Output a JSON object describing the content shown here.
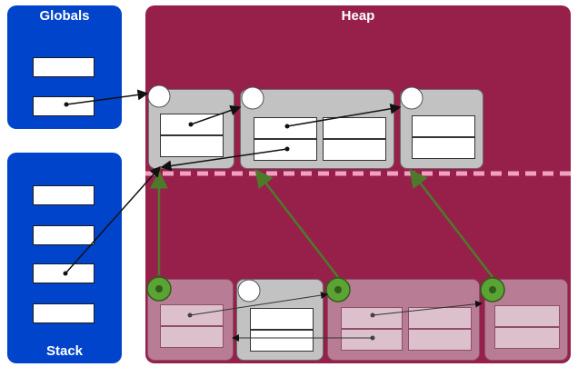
{
  "globals": {
    "title": "Globals"
  },
  "stack": {
    "title": "Stack"
  },
  "heap": {
    "title": "Heap"
  },
  "colors": {
    "globals_panel": "#0044cc",
    "stack_panel": "#0044cc",
    "heap_panel": "#97204b",
    "object_live": "#c2c2c2",
    "object_old": "#b87d95",
    "forwarding_marker": "#5aa334",
    "divider": "#f0a0c0",
    "pointer": "#111111",
    "forwarding_pointer": "#4d7a2a"
  }
}
